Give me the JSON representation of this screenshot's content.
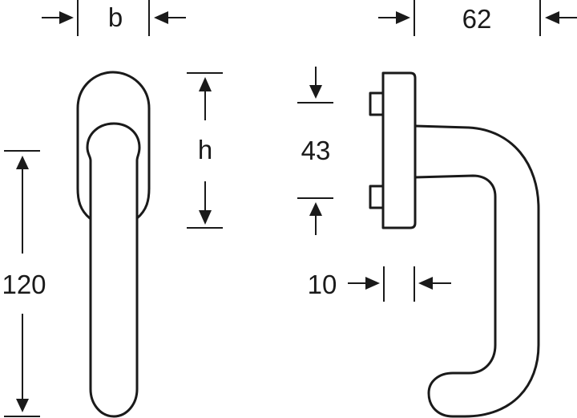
{
  "drawing": {
    "type": "technical-drawing",
    "subject": "window handle",
    "views": [
      "front-view",
      "side-view"
    ],
    "colors": {
      "line": "#1a1a1a",
      "background": "#ffffff"
    }
  },
  "dimensions": {
    "width": {
      "label": "b"
    },
    "rose_height": {
      "label": "h"
    },
    "lever_length": {
      "label": "120"
    },
    "projection": {
      "label": "62"
    },
    "pin_spacing": {
      "label": "43"
    },
    "plate_thickness": {
      "label": "10"
    }
  }
}
